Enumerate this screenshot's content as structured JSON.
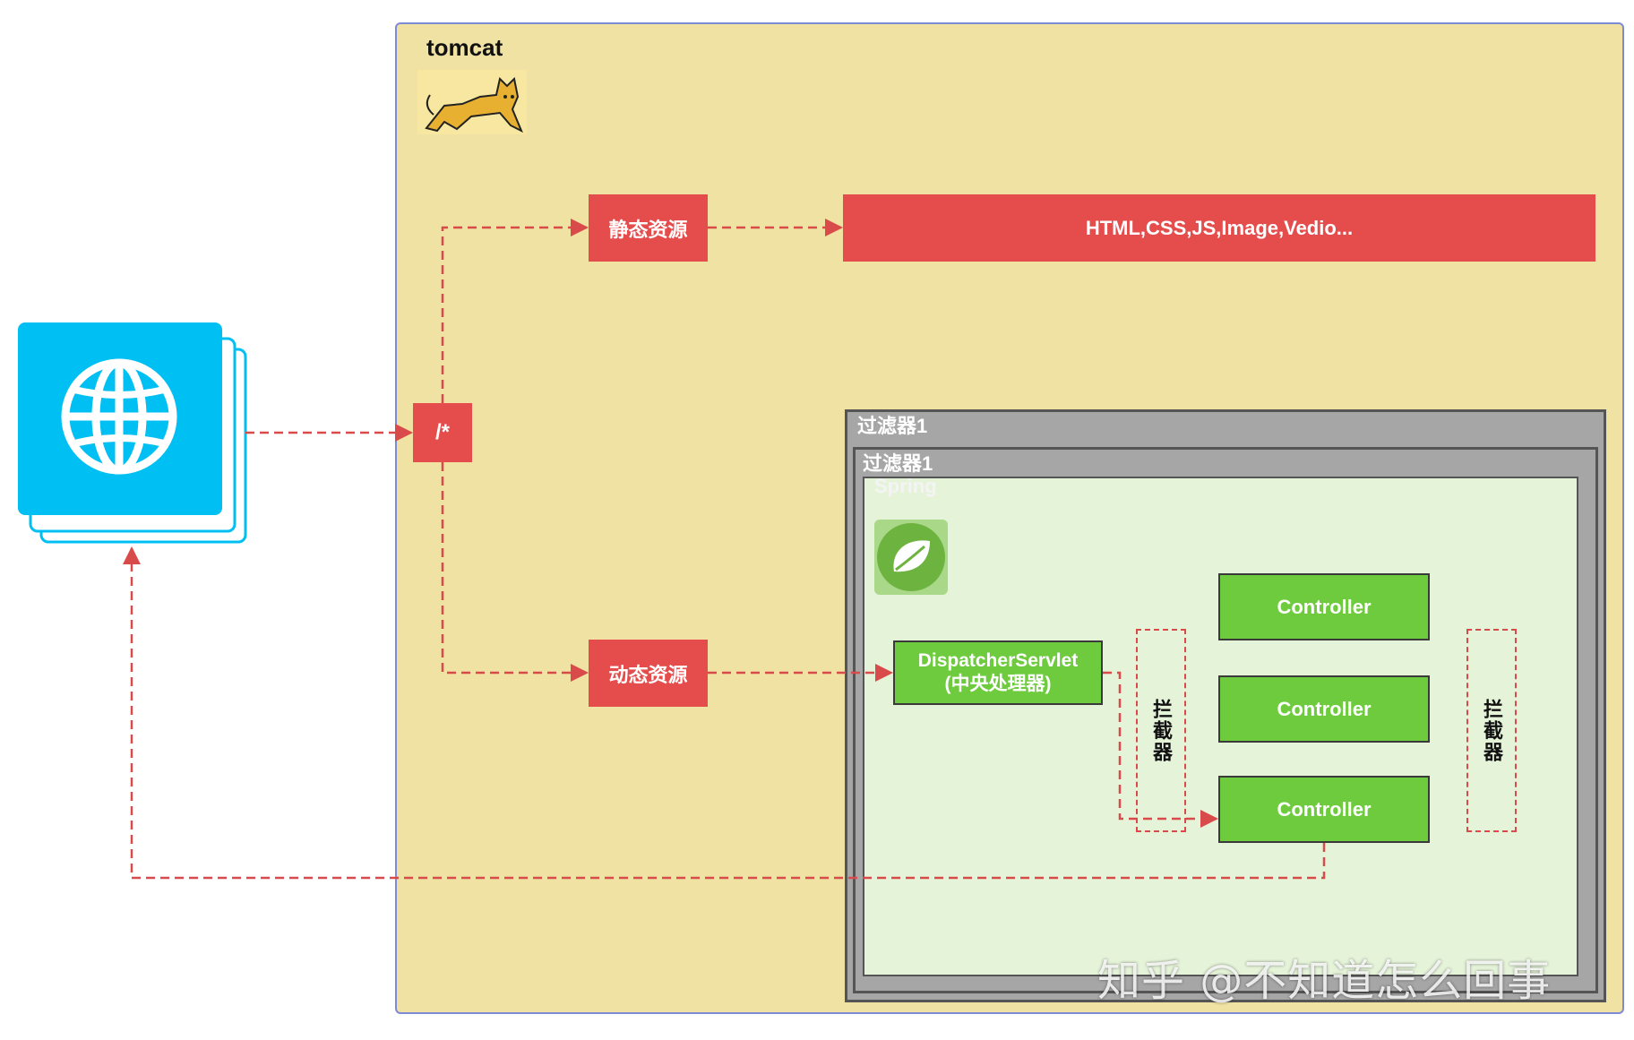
{
  "tomcat": {
    "label": "tomcat"
  },
  "router": {
    "label": "/*"
  },
  "static": {
    "label": "静态资源",
    "target": "HTML,CSS,JS,Image,Vedio..."
  },
  "dynamic": {
    "label": "动态资源"
  },
  "filters": {
    "outer_label": "过滤器1",
    "inner_label": "过滤器1"
  },
  "spring": {
    "label": "Spring"
  },
  "dispatcher": {
    "line1": "DispatcherServlet",
    "line2": "(中央处理器)"
  },
  "interceptors": {
    "left": "拦截器",
    "right": "拦截器"
  },
  "controllers": [
    "Controller",
    "Controller",
    "Controller"
  ],
  "watermark": "知乎 @不知道怎么回事",
  "colors": {
    "tomcat_bg": "#f0e2a2",
    "red": "#e54d4d",
    "green": "#6ecb3e",
    "spring_bg": "#e5f3d9",
    "filter_gray": "#a6a6a6",
    "browser_blue": "#00bff3",
    "dashed_arrow": "#d94a4a"
  }
}
